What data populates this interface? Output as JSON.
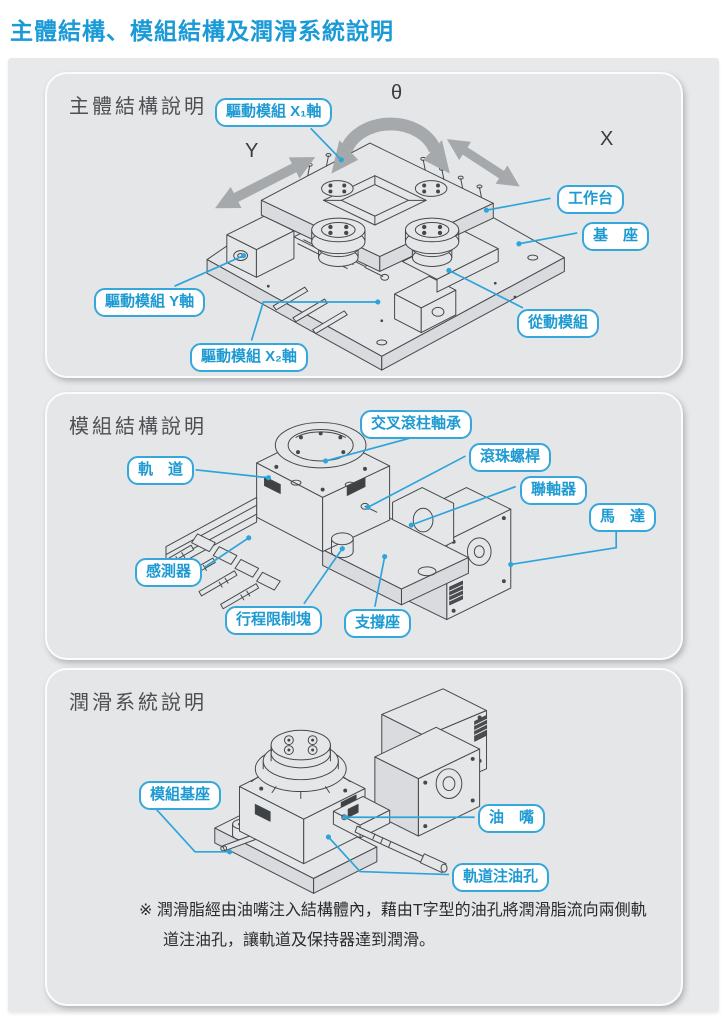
{
  "page": {
    "title": "主體結構、模組結構及潤滑系統說明"
  },
  "colors": {
    "accent_blue": "#1a9ad7",
    "callout_blue": "#2da4db",
    "panel_gray": "#e4e6e8",
    "arrow_gray": "#a6a9ac"
  },
  "panel1": {
    "heading": "主體結構說明",
    "theta": "θ",
    "axis_y": "Y",
    "axis_x": "X",
    "callout_x1": "驅動模組 X₁軸",
    "callout_worktable": "工作台",
    "callout_base": "基　座",
    "callout_y": "驅動模組 Y軸",
    "callout_x2": "驅動模組 X₂軸",
    "callout_driven": "從動模組"
  },
  "panel2": {
    "heading": "模組結構說明",
    "callout_cross_roller": "交叉滾柱軸承",
    "callout_rail": "軌　道",
    "callout_ballscrew": "滾珠螺桿",
    "callout_coupling": "聯軸器",
    "callout_motor": "馬　達",
    "callout_sensor": "感測器",
    "callout_stroke_limit": "行程限制塊",
    "callout_support": "支撐座"
  },
  "panel3": {
    "heading": "潤滑系統說明",
    "callout_module_base": "模組基座",
    "callout_oil_nozzle": "油　嘴",
    "callout_rail_oil_hole": "軌道注油孔",
    "note_line1": "※ 潤滑脂經由油嘴注入結構體內，藉由T字型的油孔將潤滑脂流向兩側軌",
    "note_line2": "道注油孔，讓軌道及保持器達到潤滑。"
  }
}
